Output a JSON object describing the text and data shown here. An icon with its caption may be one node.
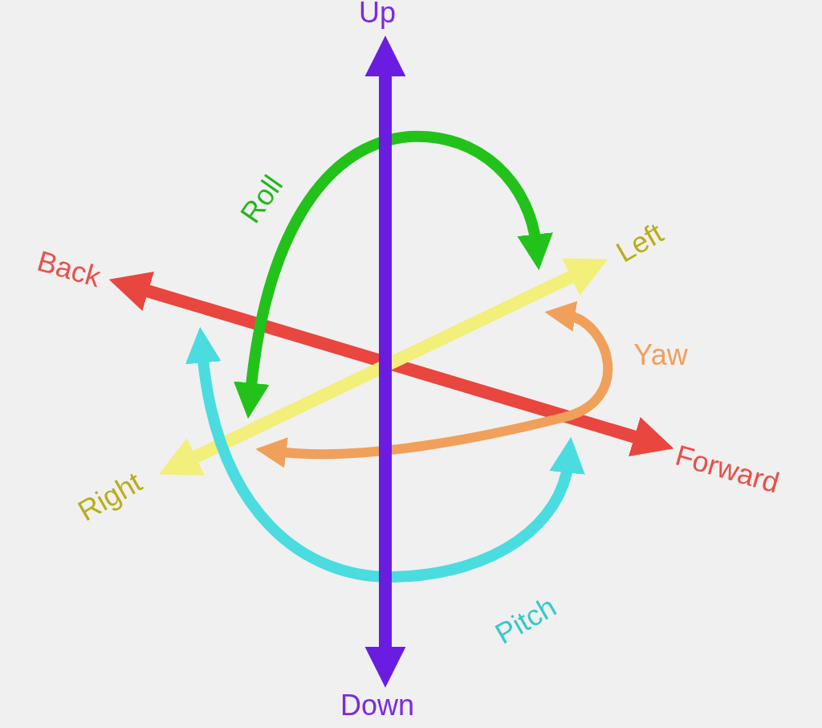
{
  "diagram": {
    "labels": [
      "Up",
      "Roll",
      "Left",
      "Back",
      "Yaw",
      "Forward",
      "Right",
      "Pitch",
      "Down"
    ]
  }
}
